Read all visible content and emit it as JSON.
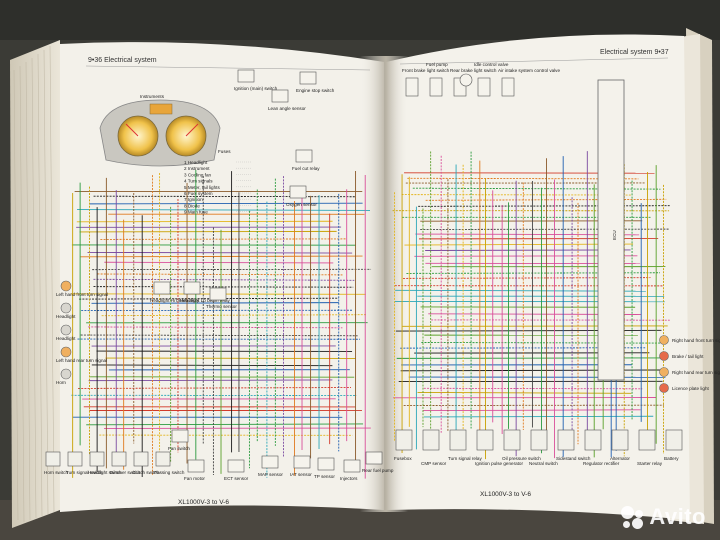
{
  "left_page": {
    "header": "9•36 Electrical system",
    "footer_model": "XL1000V-3 to V-6",
    "instrument_label": "Instruments",
    "fuse_title": "Fuses",
    "fuse_list": [
      "1 Headlight",
      "2 Instrument",
      "3 Cooling fan",
      "4 Turn signals",
      "5 Meter, tail lights",
      "6 Fuel system",
      "7 Ignition",
      "8 Diode",
      "9 Main fuse"
    ],
    "component_labels": [
      "Ignition (main) switch",
      "Engine stop switch",
      "Lean angle sensor",
      "Headlight Hi beam relay",
      "Headlight Lo beam relay",
      "Thermo sensor",
      "Oxygen sensor",
      "Fuel cut relay",
      "Fan switch",
      "Fan motor",
      "ECT sensor",
      "MAP sensor",
      "IAT sensor",
      "TP sensor",
      "Injectors",
      "Rear fuel pump"
    ],
    "left_side_labels": [
      "Left hand front turn signal",
      "Headlight",
      "Headlight",
      "Left hand rear turn signal",
      "Horn"
    ],
    "switch_labels": [
      "Horn switch",
      "Turn signal switch",
      "Headlight switch",
      "Dimmer switch",
      "Clutch switch",
      "Passing switch"
    ]
  },
  "right_page": {
    "header": "Electrical system 9•37",
    "footer_model": "XL1000V-3 to V-6",
    "top_labels": [
      "Front brake light switch",
      "Fuel pump",
      "Rear brake light switch",
      "Idle control valve",
      "Air intake system control valve"
    ],
    "ecu_label": "ECU",
    "right_side_labels": [
      "Right hand front turn signal",
      "Brake / tail light",
      "Right hand rear turn signal",
      "Licence plate light"
    ],
    "bottom_labels": [
      "Fusebox",
      "CMP sensor",
      "Turn signal relay",
      "Ignition pulse generator",
      "Oil pressure switch",
      "Neutral switch",
      "Sidestand switch",
      "Regulator rectifier",
      "Alternator",
      "Starter relay",
      "Battery"
    ]
  },
  "watermark": {
    "text": "Avito"
  },
  "colors": {
    "table": "#3a3a36",
    "paper": "#f3f1ea",
    "page_edge": "#e2ddd0"
  }
}
